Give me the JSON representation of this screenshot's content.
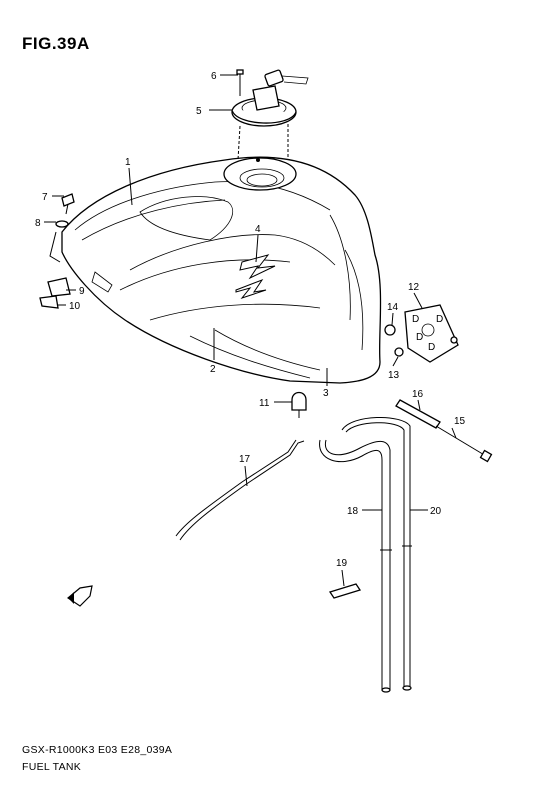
{
  "figure": {
    "title": "FIG.39A",
    "model_code": "GSX-R1000K3 E03 E28_039A",
    "section_name": "FUEL TANK"
  },
  "callouts": [
    "1",
    "2",
    "3",
    "4",
    "5",
    "6",
    "7",
    "8",
    "9",
    "10",
    "11",
    "12",
    "13",
    "14",
    "15",
    "16",
    "17",
    "18",
    "19",
    "20"
  ]
}
